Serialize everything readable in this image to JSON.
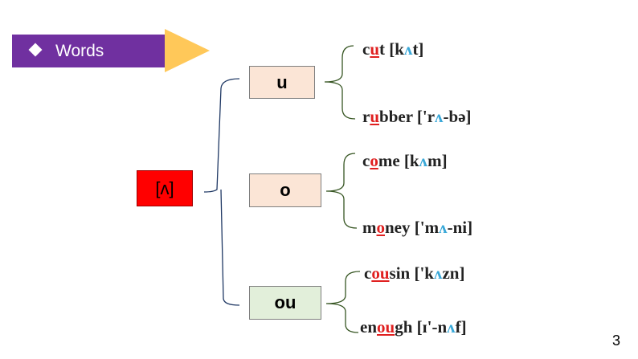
{
  "banner": {
    "label": "Words",
    "color": "#7030a0",
    "arrow_color": "#ffc859"
  },
  "root": {
    "label": "[ʌ]",
    "color": "#ff0000"
  },
  "groups": [
    {
      "label": "u",
      "color": "#fbe5d6",
      "words": [
        {
          "pre": "c",
          "hl": "u",
          "post": "t [k",
          "ph": "ʌ",
          "tail": "t]"
        },
        {
          "pre": "r",
          "hl": "u",
          "post": "bber ['r",
          "ph": "ʌ",
          "tail": "-bə]"
        }
      ]
    },
    {
      "label": "o",
      "color": "#fbe5d6",
      "words": [
        {
          "pre": "c",
          "hl": "o",
          "post": "me [k",
          "ph": "ʌ",
          "tail": "m]"
        },
        {
          "pre": "m",
          "hl": "o",
          "post": "ney ['m",
          "ph": "ʌ",
          "tail": "-ni]"
        }
      ]
    },
    {
      "label": "ou",
      "color": "#e2efda",
      "words": [
        {
          "pre": "c",
          "hl": "ou",
          "post": "sin ['k",
          "ph": "ʌ",
          "tail": "zn]"
        },
        {
          "pre": "en",
          "hl": "ou",
          "post": "gh [ɪ'-n",
          "ph": "ʌ",
          "tail": "f]"
        }
      ]
    }
  ],
  "colors": {
    "highlight": "#e02020",
    "phoneme": "#3aa8d8",
    "bracket_main": "#1f3864",
    "bracket_leaf": "#375623"
  },
  "page_number": "3"
}
